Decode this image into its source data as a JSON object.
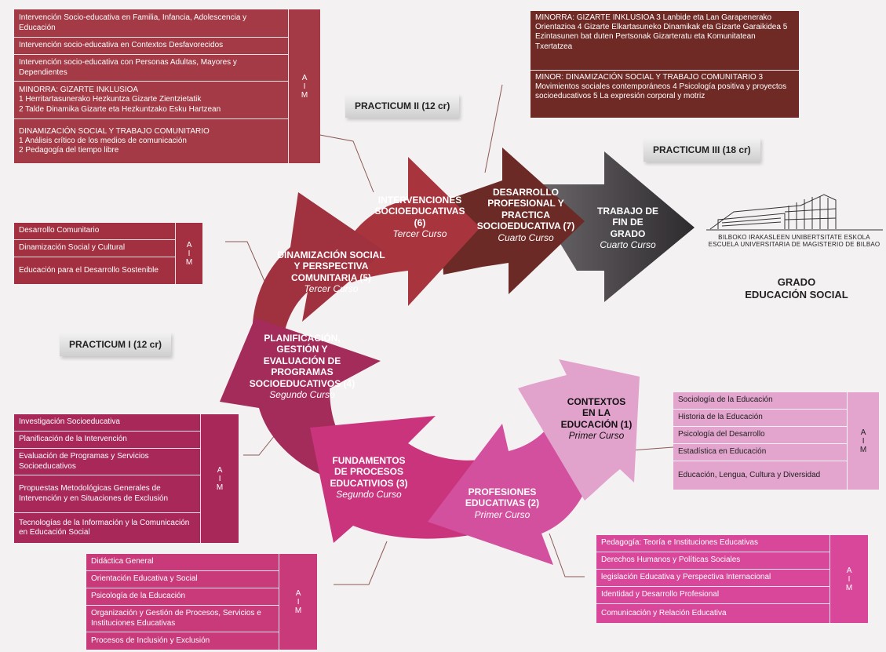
{
  "colors": {
    "red_box": "#a33a45",
    "magenta_box": "#b02c6b",
    "brown_box": "#6f2a25",
    "pink_box": "#d9479a",
    "light_pink_box": "#e3a4cd",
    "dark_red_box": "#a3253f"
  },
  "practicum": {
    "p1": "PRACTICUM I (12 cr)",
    "p2": "PRACTICUM II (12 cr)",
    "p3": "PRACTICUM III (18 cr)"
  },
  "aim": [
    "A",
    "I",
    "M"
  ],
  "box_top_left": {
    "items": [
      "Intervención Socio-educativa en Familia, Infancia, Adolescencia y Educación",
      "Intervención socio-educativa en Contextos Desfavorecidos",
      "Intervención socio-educativa con Personas Adultas, Mayores y Dependientes"
    ],
    "minor1": {
      "title": "MINORRA: GIZARTE INKLUSIOA",
      "lines": [
        "1 Herritartasunerako Hezkuntza Gizarte Zientzietatik",
        "2 Talde Dinamika Gizarte eta Hezkuntzako Esku Hartzean"
      ]
    },
    "minor2": {
      "title": "DINAMIZACIÓN SOCIAL Y TRABAJO COMUNITARIO",
      "lines": [
        "1 Análisis crítico de los medios de comunicación",
        "2 Pedagogía del tiempo libre"
      ]
    }
  },
  "box_top_right": {
    "minor1": {
      "title": "MINORRA: GIZARTE INKLUSIOA",
      "lines": [
        "3 Lanbide eta Lan Garapenerako Orientazioa",
        "4 Gizarte Elkartasuneko Dinamikak eta Gizarte Garaikidea",
        "5 Ezintasunen bat duten Pertsonak Gizarteratu eta Komunitatean Txertatzea"
      ]
    },
    "minor2": {
      "title": "MINOR: DINAMIZACIÓN SOCIAL Y TRABAJO COMUNITARIO",
      "lines": [
        "3 Movimientos sociales contemporáneos",
        "4 Psicología positiva y proyectos socioeducativos",
        "5 La expresión corporal y motriz"
      ]
    }
  },
  "box_mid_left": {
    "items": [
      "Desarrollo Comunitario",
      "Dinamización Social y Cultural",
      "Educación para el Desarrollo Sostenible"
    ]
  },
  "box_lower_left": {
    "items": [
      "Investigación Socioeducativa",
      "Planificación de la Intervención",
      "Evaluación de Programas y Servicios Socioeducativos",
      "Propuestas Metodológicas Generales de Intervención y en Situaciones de Exclusión",
      "Tecnologías de la Información y la Comunicación en Educación Social"
    ]
  },
  "box_bottom_left": {
    "items": [
      "Didáctica General",
      "Orientación Educativa y Social",
      "Psicología de la Educación",
      "Organización y Gestión de Procesos, Servicios e Instituciones Educativas",
      "Procesos de Inclusión y Exclusión"
    ]
  },
  "box_mid_right": {
    "items": [
      "Sociología de la Educación",
      "Historia de la Educación",
      "Psicología del Desarrollo",
      "Estadística en Educación",
      "Educación, Lengua, Cultura y Diversidad"
    ]
  },
  "box_bottom_right": {
    "items": [
      "Pedagogía: Teoría e Instituciones Educativas",
      "Derechos Humanos y Políticas Sociales",
      "legislación Educativa y Perspectiva Internacional",
      "Identidad y Desarrollo Profesional",
      "Comunicación y Relación Educativa"
    ]
  },
  "arrows": {
    "a1": {
      "title": [
        "CONTEXTOS",
        "EN LA",
        "EDUCACIÓN (1)"
      ],
      "course": "Primer Curso"
    },
    "a2": {
      "title": [
        "PROFESIONES",
        "EDUCATIVAS (2)"
      ],
      "course": "Primer Curso"
    },
    "a3": {
      "title": [
        "FUNDAMENTOS",
        "DE PROCESOS",
        "EDUCATIVIOS (3)"
      ],
      "course": "Segundo Curso"
    },
    "a4": {
      "title": [
        "PLANIFICACIÓN,",
        "GESTIÓN Y",
        "EVALUACIÓN DE",
        "PROGRAMAS",
        "SOCIOEDUCATIVOS (4)"
      ],
      "course": "Segundo Curso"
    },
    "a5": {
      "title": [
        "DINAMIZACIÓN SOCIAL",
        "Y PERSPECTIVA",
        "COMUNITARIA (5)"
      ],
      "course": "Tercer Curso"
    },
    "a6": {
      "title": [
        "INTERVENCIONES",
        "SOCIOEDUCATIVAS",
        "(6)"
      ],
      "course": "Tercer Curso"
    },
    "a7": {
      "title": [
        "DESARROLLO",
        "PROFESIONAL Y",
        "PRACTICA",
        "SOCIOEDUCATIVA (7)"
      ],
      "course": "Cuarto Curso"
    },
    "a8": {
      "title": [
        "TRABAJO DE",
        "FIN DE",
        "GRADO"
      ],
      "course": "Cuarto Curso"
    }
  },
  "school": {
    "line1": "BILBOKO IRAKASLEEN UNIBERTSITATE ESKOLA",
    "line2": "ESCUELA UNIVERSITARIA DE MAGISTERIO DE BILBAO",
    "grado1": "GRADO",
    "grado2": "EDUCACIÓN SOCIAL",
    "logo_icon": "building-icon"
  }
}
